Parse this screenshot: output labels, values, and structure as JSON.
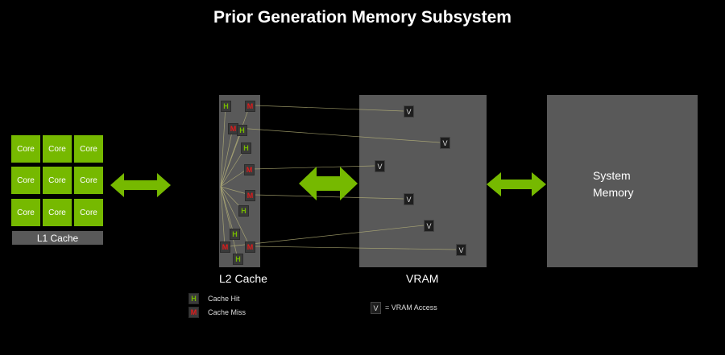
{
  "title": "Prior Generation Memory Subsystem",
  "cores": [
    "Core",
    "Core",
    "Core",
    "Core",
    "Core",
    "Core",
    "Core",
    "Core",
    "Core"
  ],
  "l1_label": "L1 Cache",
  "l2_label": "L2 Cache",
  "vram_label": "VRAM",
  "system_memory_label": "System\nMemory",
  "l2_marks": [
    "H",
    "M",
    "M",
    "H",
    "H",
    "M",
    "M",
    "H",
    "H",
    "M",
    "M",
    "H"
  ],
  "vram_marks": [
    "V",
    "V",
    "V",
    "V",
    "V",
    "V"
  ],
  "legend": {
    "hit_letter": "H",
    "hit_text": "Cache Hit",
    "miss_letter": "M",
    "miss_text": "Cache Miss",
    "vram_letter": "V",
    "vram_text": "= VRAM Access"
  },
  "colors": {
    "accent_green": "#76b900",
    "miss_red": "#e21b1b",
    "panel_gray": "#595959",
    "background": "#000000"
  }
}
